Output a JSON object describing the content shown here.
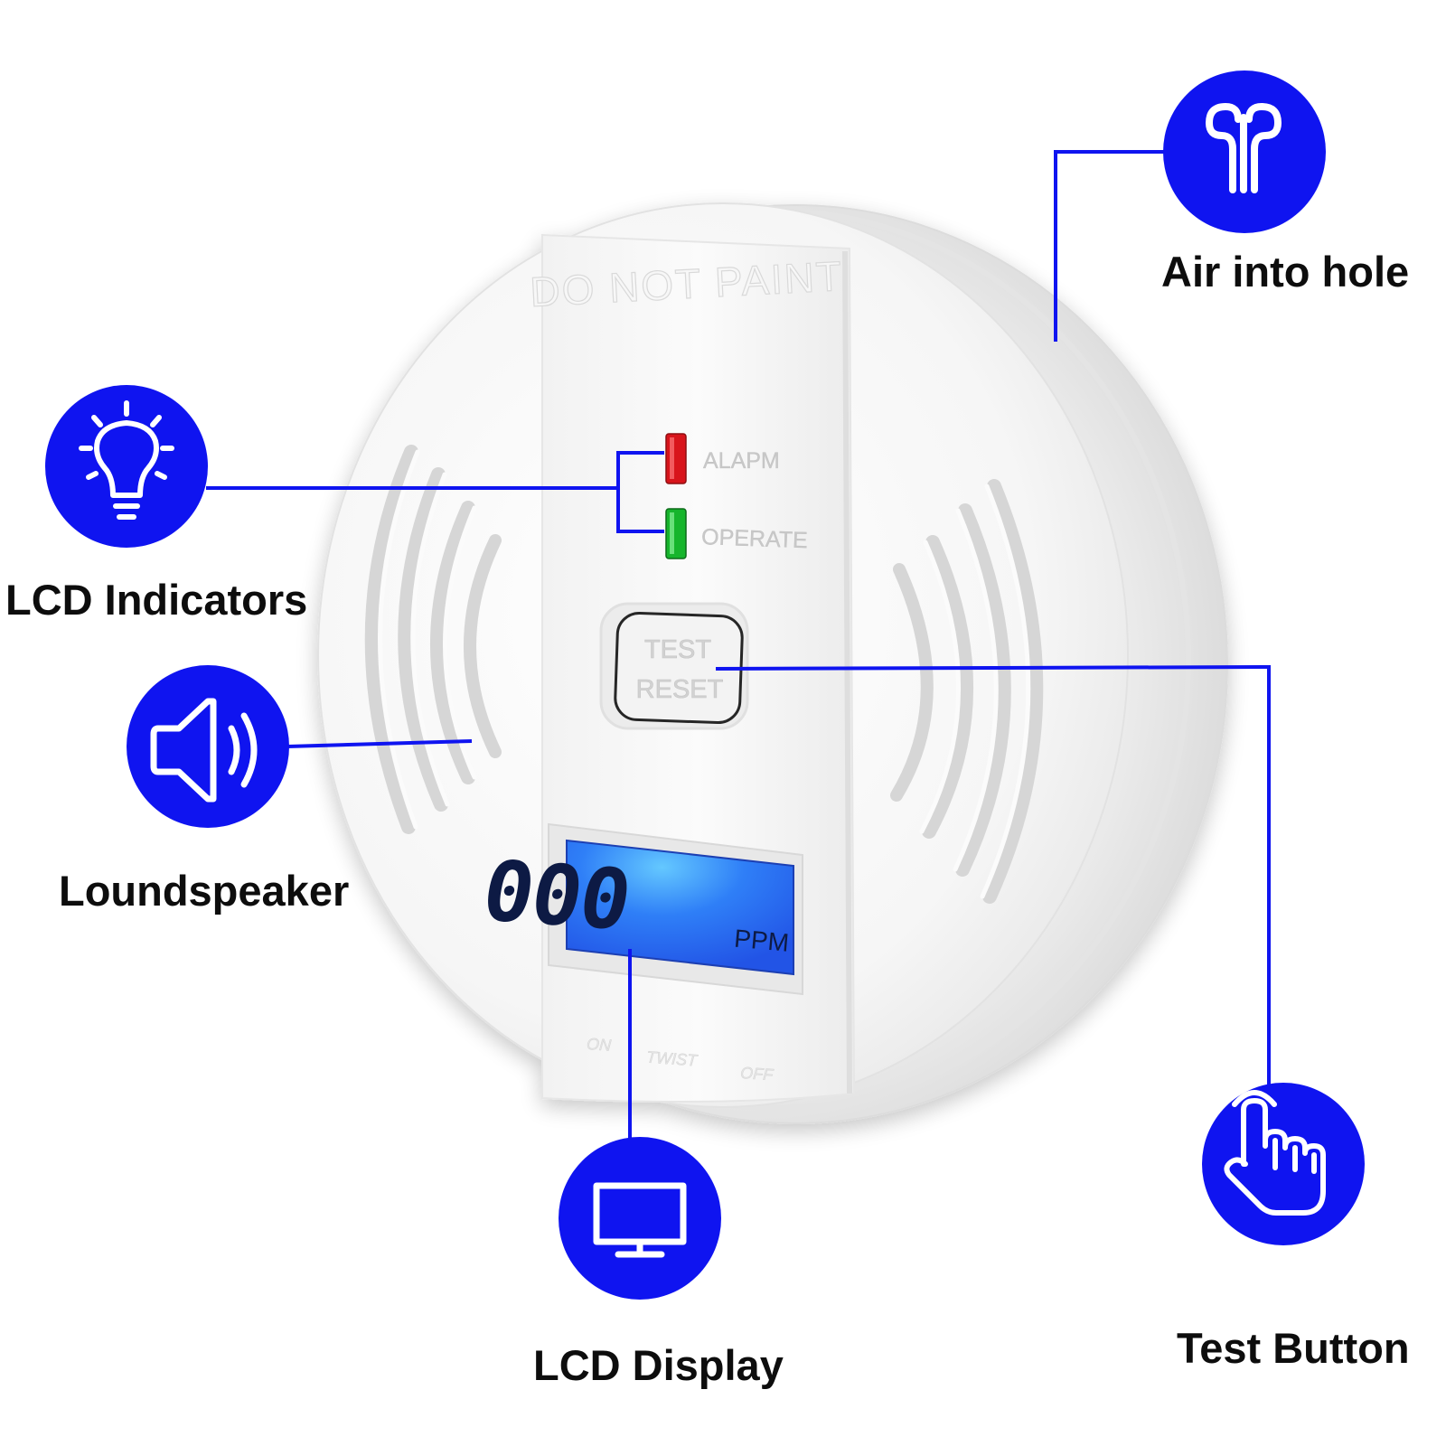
{
  "callouts": {
    "air": {
      "label": "Air into hole",
      "icon": "air-flow-icon"
    },
    "indicators": {
      "label": "LCD Indicators",
      "icon": "light-bulb-icon"
    },
    "speaker": {
      "label": "Loundspeaker",
      "icon": "speaker-icon"
    },
    "display": {
      "label": "LCD Display",
      "icon": "monitor-icon"
    },
    "test": {
      "label": "Test Button",
      "icon": "pointing-hand-icon"
    }
  },
  "device": {
    "embossed_text": "DO NOT PAINT",
    "led_alarm_label": "ALAPM",
    "led_operate_label": "OPERATE",
    "button_line1": "TEST",
    "button_line2": "RESET",
    "lcd_value": "000",
    "lcd_unit": "PPM",
    "twist_on": "ON",
    "twist_text": "TWIST",
    "twist_off": "OFF"
  },
  "colors": {
    "accent": "#0f14f0",
    "led_alarm": "#d8141b",
    "led_operate": "#16b52c",
    "lcd_background": "#2f7ff7",
    "device_body": "#f4f4f4"
  }
}
